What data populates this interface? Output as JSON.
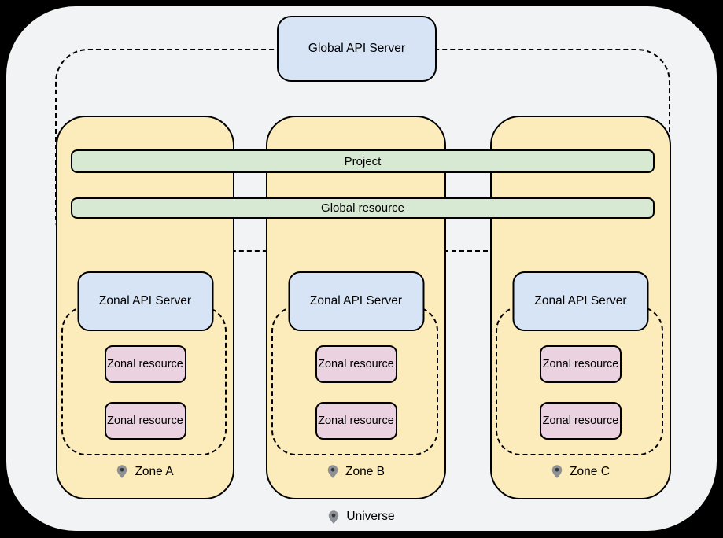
{
  "colors": {
    "background": "#000000",
    "universe_fill": "#f1f3f4",
    "zone_fill": "#fcecbb",
    "server_fill": "#d6e4f5",
    "bar_fill": "#d7e8d3",
    "resource_fill": "#ead2e0",
    "border": "#000000",
    "pin_fill": "#8d9196",
    "pin_dot": "#33373b"
  },
  "global_api_server_label": "Global API Server",
  "bars": {
    "project": "Project",
    "global_resource": "Global resource"
  },
  "zones": [
    {
      "label": "Zone A",
      "api_server_label": "Zonal API Server",
      "resources": [
        "Zonal resource",
        "Zonal resource"
      ]
    },
    {
      "label": "Zone B",
      "api_server_label": "Zonal API Server",
      "resources": [
        "Zonal resource",
        "Zonal resource"
      ]
    },
    {
      "label": "Zone C",
      "api_server_label": "Zonal API Server",
      "resources": [
        "Zonal resource",
        "Zonal resource"
      ]
    }
  ],
  "universe_label": "Universe"
}
